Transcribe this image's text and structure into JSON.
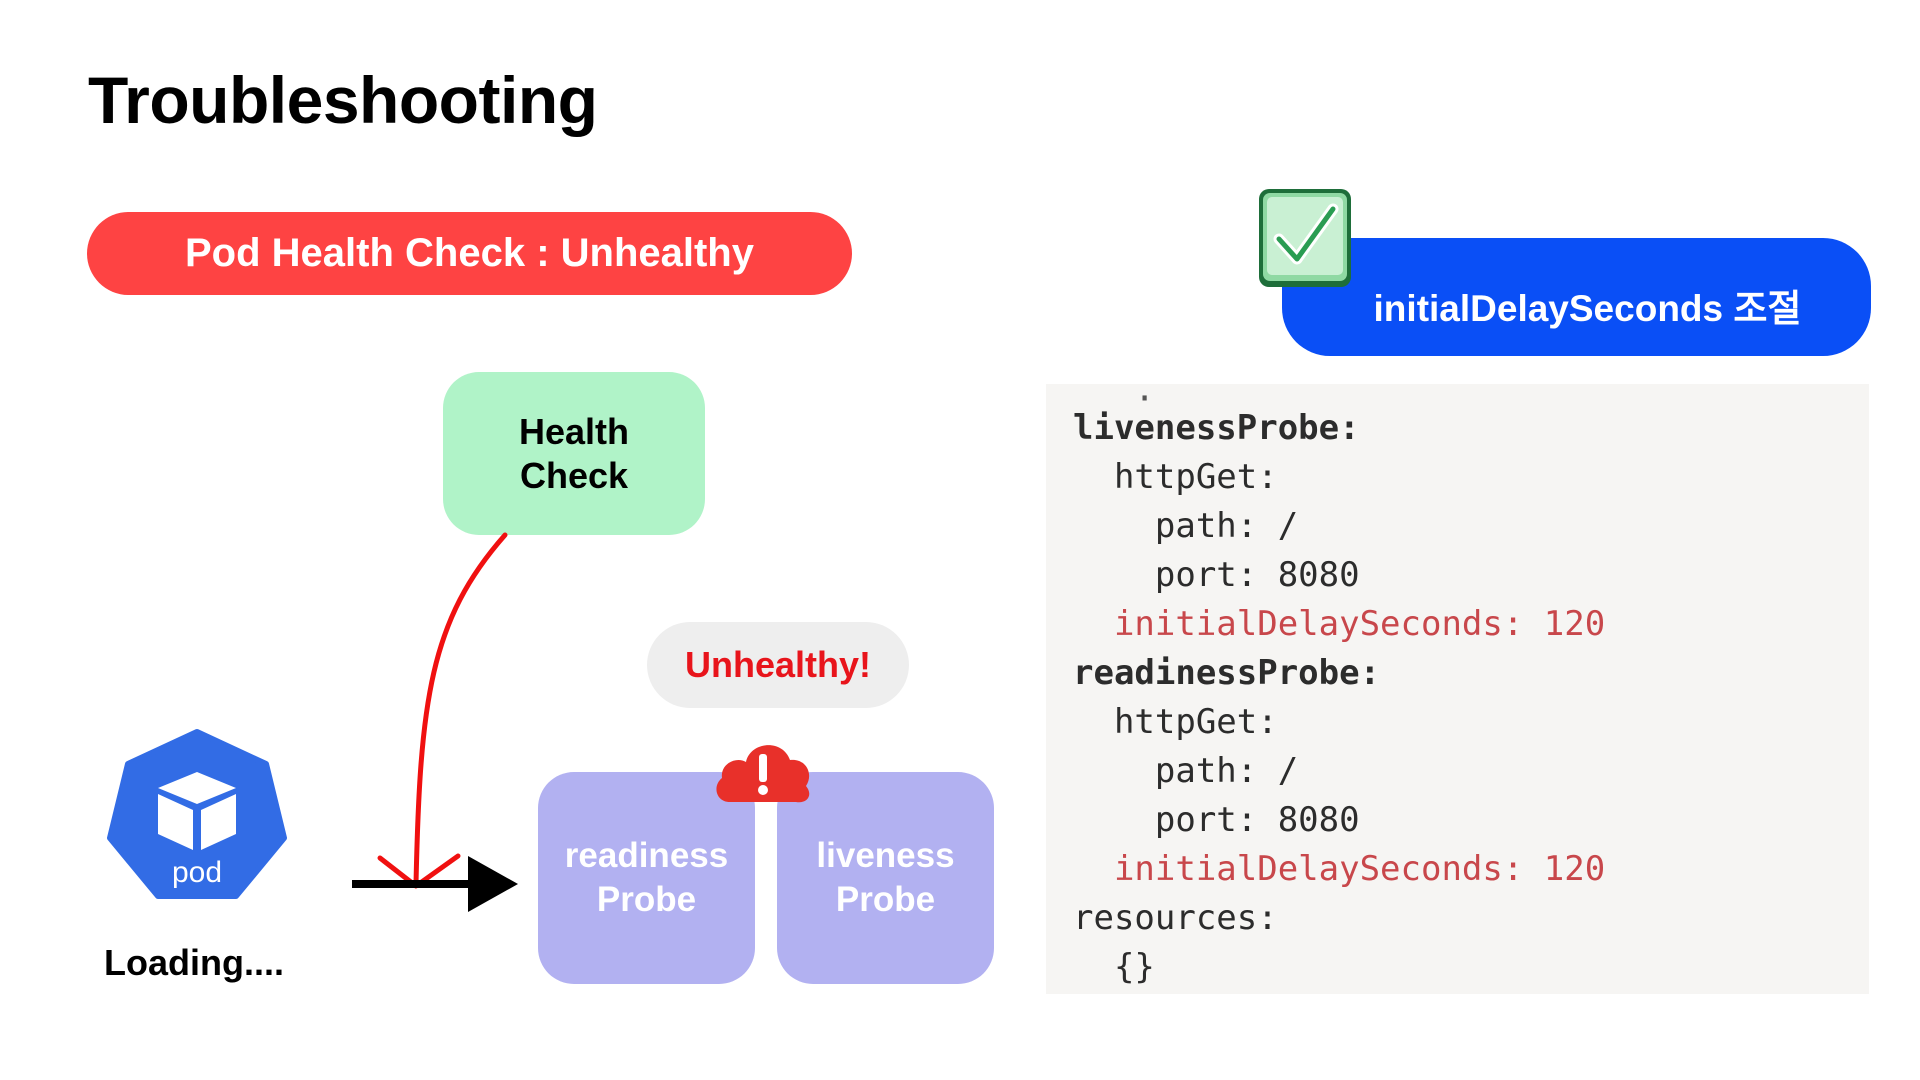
{
  "title": "Troubleshooting",
  "banner_unhealthy": "Pod Health Check : Unhealthy",
  "banner_fix": "initialDelaySeconds 조절",
  "health_check": {
    "line1": "Health",
    "line2": "Check"
  },
  "status_bubble": "Unhealthy!",
  "probes": {
    "readiness": {
      "line1": "readiness",
      "line2": "Probe"
    },
    "liveness": {
      "line1": "liveness",
      "line2": "Probe"
    }
  },
  "pod": {
    "label": "pod",
    "status": "Loading...."
  },
  "colors": {
    "red_banner": "#fe4343",
    "blue_banner": "#0a4ff6",
    "health_box": "#b0f3c8",
    "probe_box": "#b2b1f1",
    "alert_red": "#e8141b",
    "pod_blue": "#326ce5"
  },
  "icons": {
    "check": "check-mark-button-icon",
    "alert": "cloud-exclamation-icon",
    "pod": "kubernetes-pod-icon"
  },
  "code": {
    "lines": [
      {
        "text": "livenessProbe:",
        "style": "bold"
      },
      {
        "text": "  httpGet:",
        "style": "normal"
      },
      {
        "text": "    path: /",
        "style": "normal"
      },
      {
        "text": "    port: 8080",
        "style": "normal"
      },
      {
        "text": "  initialDelaySeconds: 120",
        "style": "red"
      },
      {
        "text": "readinessProbe:",
        "style": "bold"
      },
      {
        "text": "  httpGet:",
        "style": "normal"
      },
      {
        "text": "    path: /",
        "style": "normal"
      },
      {
        "text": "    port: 8080",
        "style": "normal"
      },
      {
        "text": "  initialDelaySeconds: 120",
        "style": "red"
      },
      {
        "text": "resources:",
        "style": "normal"
      },
      {
        "text": "  {}",
        "style": "normal"
      }
    ]
  }
}
